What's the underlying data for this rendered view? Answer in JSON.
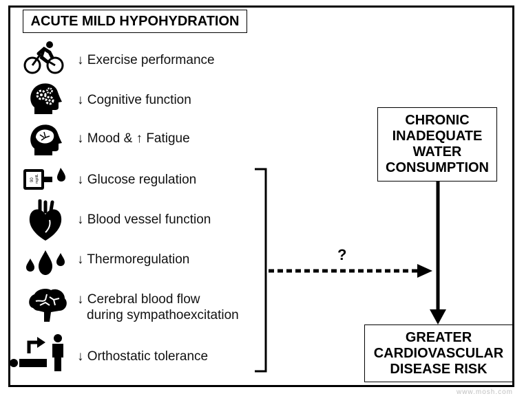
{
  "title": "ACUTE MILD HYPOHYDRATION",
  "effects": [
    {
      "text": "↓ Exercise performance",
      "icon": "cyclist-icon"
    },
    {
      "text": "↓ Cognitive function",
      "icon": "head-gears-icon"
    },
    {
      "text": "↓ Mood & ↑ Fatigue",
      "icon": "head-brain-icon"
    },
    {
      "text": "↓ Glucose regulation",
      "icon": "glucose-meter-icon",
      "meter_text": [
        "90",
        "mg/dL"
      ]
    },
    {
      "text": "↓ Blood vessel function",
      "icon": "heart-icon"
    },
    {
      "text": "↓ Thermoregulation",
      "icon": "water-drops-icon"
    },
    {
      "text_lines": [
        "↓ Cerebral blood flow",
        "during sympathoexcitation"
      ],
      "icon": "brain-icon"
    },
    {
      "text": "↓ Orthostatic tolerance",
      "icon": "orthostatic-icon"
    }
  ],
  "question_mark": "?",
  "chronic_box": {
    "lines": [
      "CHRONIC",
      "INADEQUATE",
      "WATER",
      "CONSUMPTION"
    ]
  },
  "risk_box": {
    "lines": [
      "GREATER",
      "CARDIOVASCULAR",
      "DISEASE RISK"
    ]
  },
  "watermark": "www.mosh.com",
  "colors": {
    "ink": "#000000",
    "text": "#111111"
  }
}
